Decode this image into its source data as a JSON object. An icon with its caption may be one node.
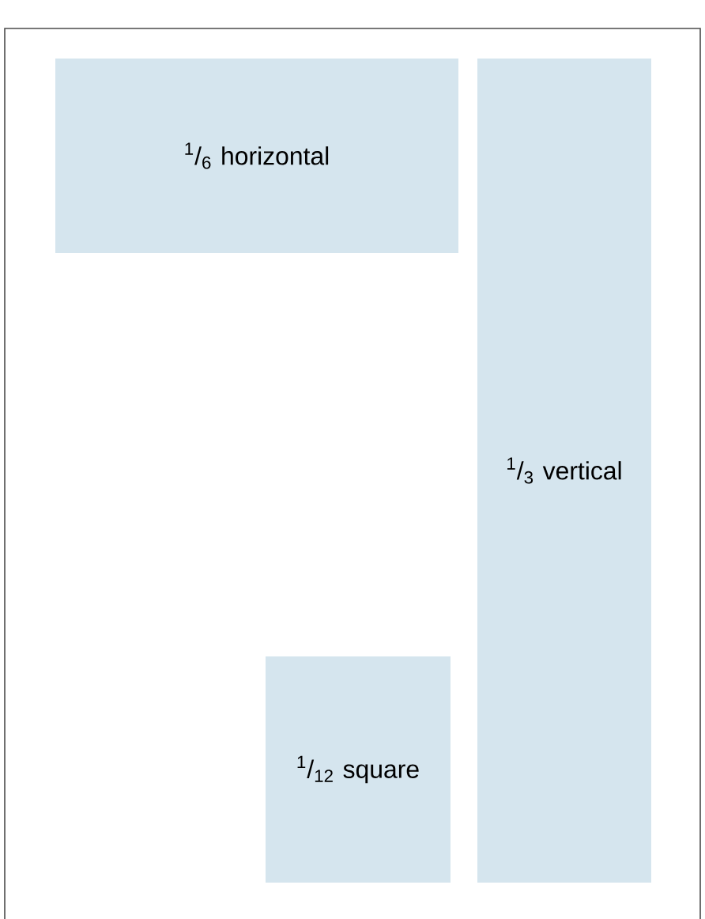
{
  "diagram": {
    "nodes": [
      {
        "text": [
          "$^{1}$/$_{6}$ horizontal"
        ]
      },
      {
        "text": [
          "$^{1}$/$_{3}$ vertical"
        ]
      },
      {
        "text": [
          "$^{1}$/$_{12}$ square"
        ]
      }
    ]
  }
}
